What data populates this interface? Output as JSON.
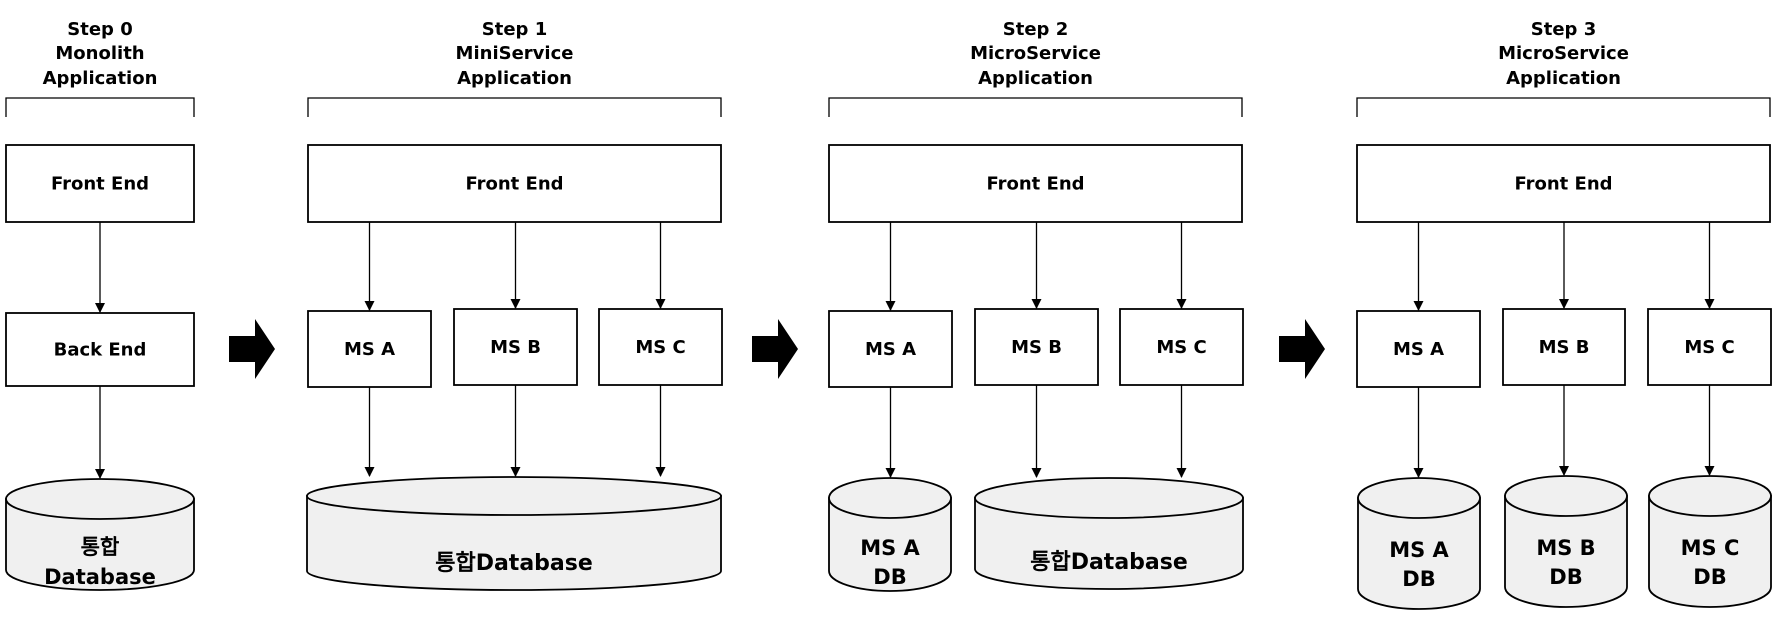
{
  "steps": [
    {
      "header": [
        "Step 0",
        "Monolith",
        "Application"
      ],
      "frontend": "Front End",
      "services": [
        "Back End"
      ],
      "databases": [
        {
          "lines": [
            "통합",
            "Database"
          ]
        }
      ]
    },
    {
      "header": [
        "Step 1",
        "MiniService",
        "Application"
      ],
      "frontend": "Front End",
      "services": [
        "MS A",
        "MS B",
        "MS C"
      ],
      "databases": [
        {
          "lines": [
            "통합Database"
          ]
        }
      ]
    },
    {
      "header": [
        "Step 2",
        "MicroService",
        "Application"
      ],
      "frontend": "Front End",
      "services": [
        "MS A",
        "MS B",
        "MS C"
      ],
      "databases": [
        {
          "lines": [
            "MS A",
            "DB"
          ]
        },
        {
          "lines": [
            "통합Database"
          ]
        }
      ]
    },
    {
      "header": [
        "Step 3",
        "MicroService",
        "Application"
      ],
      "frontend": "Front End",
      "services": [
        "MS A",
        "MS B",
        "MS C"
      ],
      "databases": [
        {
          "lines": [
            "MS A",
            "DB"
          ]
        },
        {
          "lines": [
            "MS B",
            "DB"
          ]
        },
        {
          "lines": [
            "MS C",
            "DB"
          ]
        }
      ]
    }
  ],
  "transition_icon": "right-arrow-icon"
}
